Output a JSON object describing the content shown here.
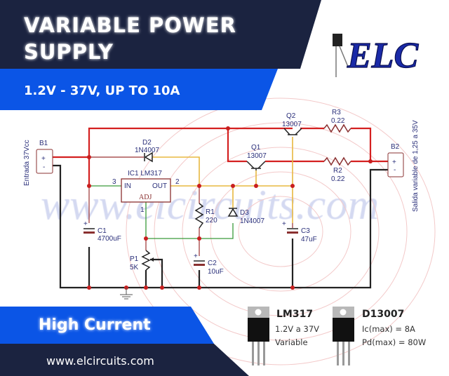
{
  "header": {
    "title_line1": "VARIABLE POWER",
    "title_line2": "SUPPLY",
    "subtitle": "1.2V - 37V, UP TO 10A",
    "logo_text": "ELC"
  },
  "schematic": {
    "watermark": "www.elcircuits.com",
    "input_label": "Entrada 37Vcc",
    "output_label": "Salida variable de 1,25 a 35V",
    "b1": {
      "name": "B1",
      "plus": "+",
      "minus": "-"
    },
    "b2": {
      "name": "B2",
      "plus": "+",
      "minus": "-"
    },
    "d2": {
      "name": "D2",
      "value": "1N4007"
    },
    "ic1": {
      "name": "IC1 LM317",
      "in": "IN",
      "out": "OUT",
      "adj": "ADJ",
      "pin_in": "3",
      "pin_out": "2",
      "pin_adj": "1"
    },
    "c1": {
      "name": "C1",
      "value": "4700uF"
    },
    "r1": {
      "name": "R1",
      "value": "220"
    },
    "d3": {
      "name": "D3",
      "value": "1N4007"
    },
    "p1": {
      "name": "P1",
      "value": "5K"
    },
    "c2": {
      "name": "C2",
      "value": "10uF"
    },
    "c3": {
      "name": "C3",
      "value": "47uF"
    },
    "q1": {
      "name": "Q1",
      "value": "13007"
    },
    "q2": {
      "name": "Q2",
      "value": "13007"
    },
    "r2": {
      "name": "R2",
      "value": "0.22"
    },
    "r3": {
      "name": "R3",
      "value": "0.22"
    },
    "cap_plus": "+"
  },
  "footer": {
    "badge": "High Current",
    "website": "www.elcircuits.com",
    "parts": [
      {
        "name": "LM317",
        "line1": "1.2V a 37V",
        "line2": "Variable"
      },
      {
        "name": "D13007",
        "line1": "Ic(max) = 8A",
        "line2": "Pd(max) = 80W"
      }
    ]
  },
  "colors": {
    "navy": "#1b2340",
    "blue": "#0b55e6",
    "wire_red": "#d42020",
    "logo_blue": "#1a2aa8"
  }
}
